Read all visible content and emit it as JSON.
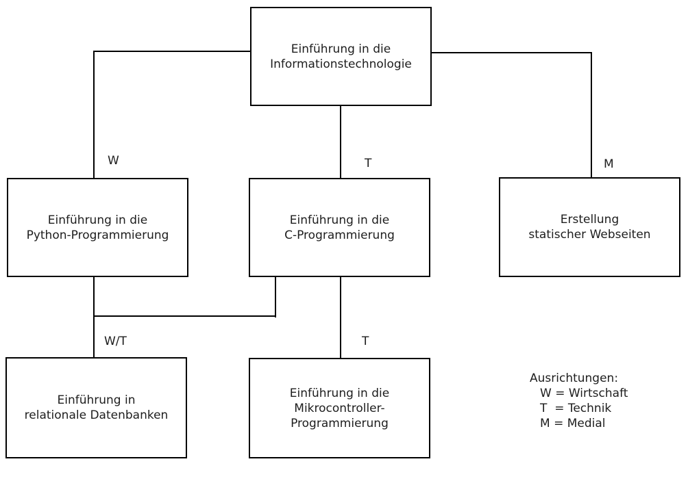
{
  "diagram": {
    "title_hint": "course prerequisite flowchart",
    "colors": {
      "background": "#ffffff",
      "line": "#000000",
      "text": "#1d1d1d"
    },
    "nodes": {
      "informationstechnologie": {
        "label": "Einführung in die\nInformationstechnologie"
      },
      "python_programmierung": {
        "label": "Einführung in die\nPython-Programmierung"
      },
      "c_programmierung": {
        "label": "Einführung in die\nC-Programmierung"
      },
      "statische_webseiten": {
        "label": "Erstellung\nstatischer Webseiten"
      },
      "relationale_datenbanken": {
        "label": "Einführung in\nrelationale Datenbanken"
      },
      "mikrocontroller": {
        "label": "Einführung in die\nMikrocontroller-\nProgrammierung"
      }
    },
    "edge_labels": {
      "w": "W",
      "t_top": "T",
      "m": "M",
      "wt": "W/T",
      "t_bottom": "T"
    },
    "legend": {
      "title": "Ausrichtungen:",
      "entries": [
        "W = Wirtschaft",
        "T  = Technik",
        "M = Medial"
      ]
    }
  }
}
